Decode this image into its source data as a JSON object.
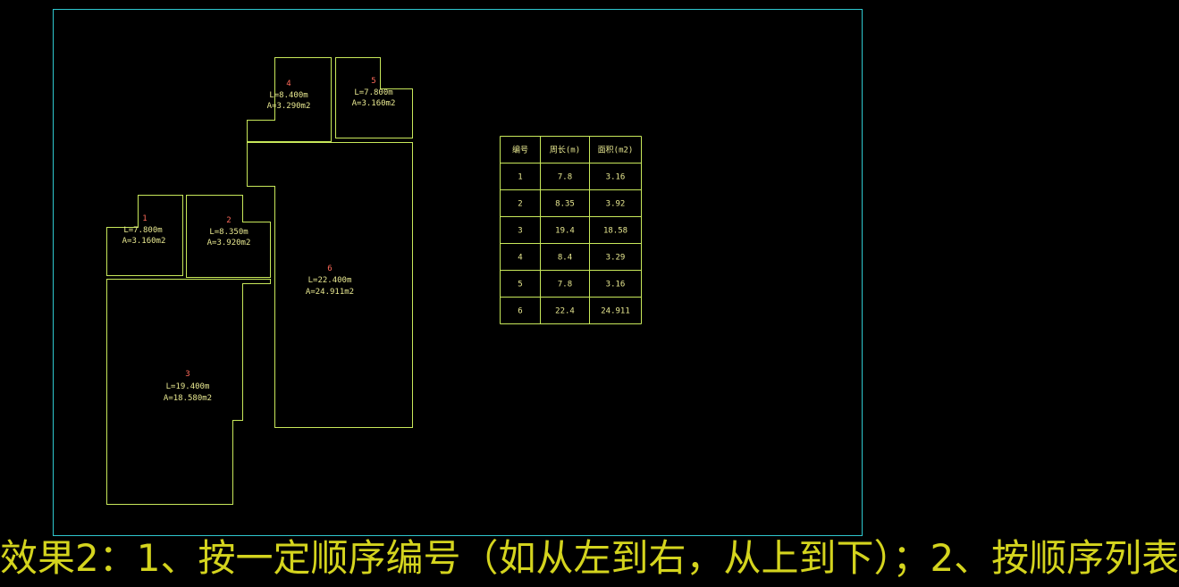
{
  "colors": {
    "background": "#000000",
    "frame": "#2ec7cf",
    "outline": "#c8e85a",
    "room_number": "#ff6a5a",
    "text": "#e8e890",
    "caption": "#d4d41e"
  },
  "rooms": [
    {
      "number": "1",
      "perimeter_label": "L=7.800m",
      "area_label": "A=3.160m2"
    },
    {
      "number": "2",
      "perimeter_label": "L=8.350m",
      "area_label": "A=3.920m2"
    },
    {
      "number": "3",
      "perimeter_label": "L=19.400m",
      "area_label": "A=18.580m2"
    },
    {
      "number": "4",
      "perimeter_label": "L=8.400m",
      "area_label": "A=3.290m2"
    },
    {
      "number": "5",
      "perimeter_label": "L=7.800m",
      "area_label": "A=3.160m2"
    },
    {
      "number": "6",
      "perimeter_label": "L=22.400m",
      "area_label": "A=24.911m2"
    }
  ],
  "table": {
    "headers": [
      "编号",
      "周长(m)",
      "面积(m2)"
    ],
    "rows": [
      [
        "1",
        "7.8",
        "3.16"
      ],
      [
        "2",
        "8.35",
        "3.92"
      ],
      [
        "3",
        "19.4",
        "18.58"
      ],
      [
        "4",
        "8.4",
        "3.29"
      ],
      [
        "5",
        "7.8",
        "3.16"
      ],
      [
        "6",
        "22.4",
        "24.911"
      ]
    ]
  },
  "caption": "效果2：1、按一定顺序编号（如从左到右，从上到下）；2、按顺序列表"
}
